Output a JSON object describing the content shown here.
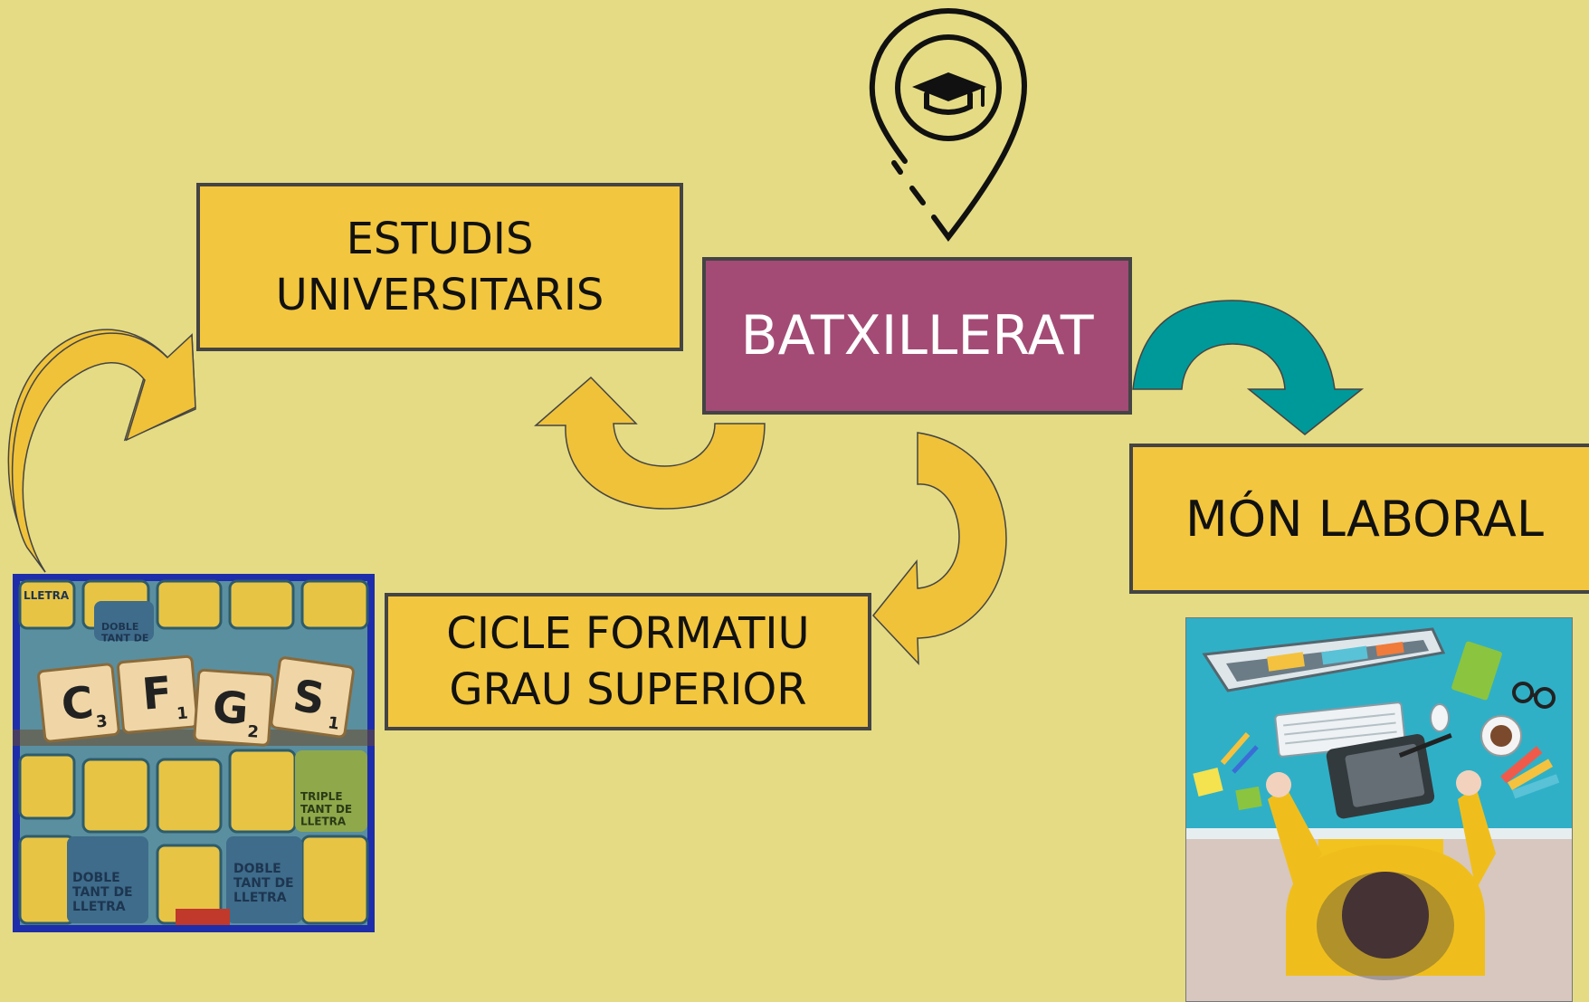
{
  "nodes": {
    "estudis_universitaris": "ESTUDIS\nUNIVERSITARIS",
    "batxillerat": "BATXILLERAT",
    "mon_laboral": "MÓN LABORAL",
    "cicle_formatiu": "CICLE FORMATIU\nGRAU SUPERIOR"
  },
  "scrabble": {
    "tiles": [
      {
        "letter": "C",
        "score": "3"
      },
      {
        "letter": "F",
        "score": "1"
      },
      {
        "letter": "G",
        "score": "2"
      },
      {
        "letter": "S",
        "score": "1"
      }
    ],
    "square_labels": {
      "lletra_top": "LLETRA",
      "doble_tant_de": "DOBLE\nTANT DE",
      "triple": "TRIPLE\nTANT DE\nLLETRA",
      "doble_left": "DOBLE\nTANT DE\nLLETRA",
      "doble_right": "DOBLE\nTANT DE\nLLETRA"
    }
  },
  "colors": {
    "background": "#e4db84",
    "box_yellow": "#f3c63f",
    "box_purple": "#a34b75",
    "arrow_yellow": "#efc23a",
    "arrow_teal": "#00999a",
    "border": "#444444"
  },
  "icons": [
    "graduation-pin-icon",
    "curved-arrow-icon",
    "teal-curved-arrow-icon"
  ]
}
